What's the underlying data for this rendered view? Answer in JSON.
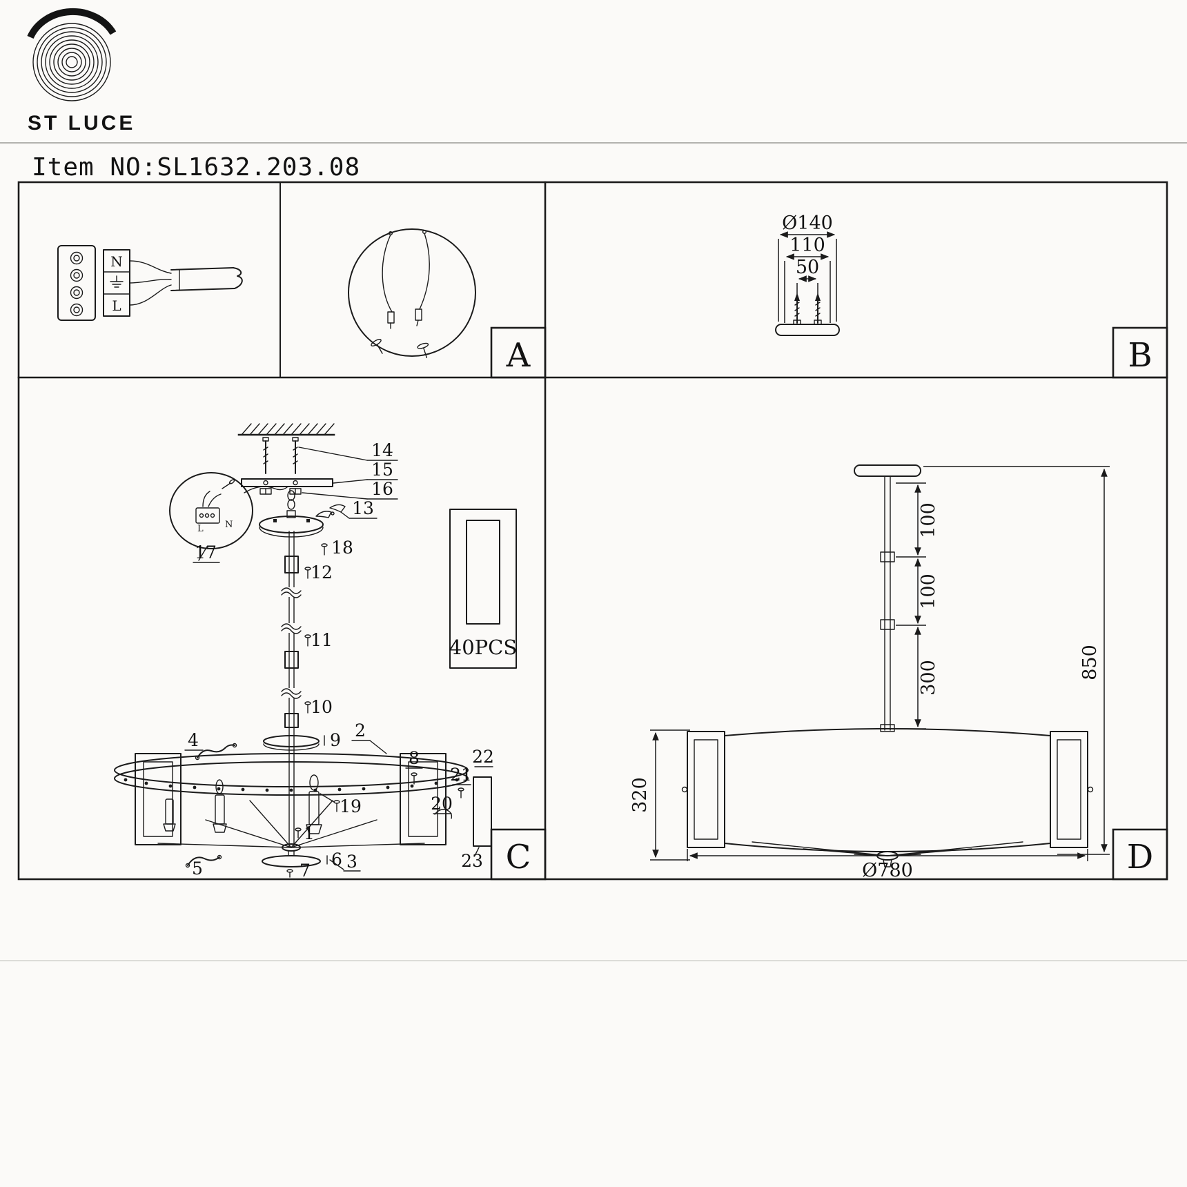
{
  "brand": {
    "name": "ST LUCE"
  },
  "header": {
    "item_no": "Item NO:SL1632.203.08"
  },
  "panel_a": {
    "label": "A",
    "terminal_n": "N",
    "terminal_l": "L"
  },
  "panel_b": {
    "label": "B",
    "dim_plate": "Ø140",
    "dim_holes": "110",
    "dim_screws": "50"
  },
  "panel_c": {
    "label": "C",
    "crystal_count": "40PCS",
    "cloud_n": "N",
    "cloud_l": "L",
    "parts": {
      "p1": "1",
      "p2": "2",
      "p3": "3",
      "p4": "4",
      "p5": "5",
      "p6": "6",
      "p7": "7",
      "p8": "8",
      "p9": "9",
      "p10": "10",
      "p11": "11",
      "p12": "12",
      "p13": "13",
      "p14": "14",
      "p15": "15",
      "p16": "16",
      "p17": "17",
      "p18": "18",
      "p19": "19",
      "p20": "20",
      "p21": "21",
      "p22": "22",
      "p23": "23"
    }
  },
  "panel_d": {
    "label": "D",
    "dim_rod_seg1": "100",
    "dim_rod_seg2": "100",
    "dim_rod_seg3": "300",
    "dim_total_height": "850",
    "dim_body_height": "320",
    "dim_body_width": "Ø780"
  }
}
